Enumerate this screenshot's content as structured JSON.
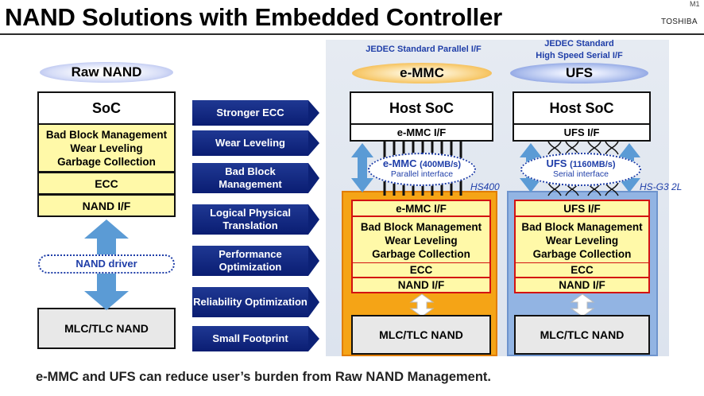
{
  "header": {
    "title": "NAND Solutions with Embedded Controller",
    "corner_text": "M1",
    "brand": "TOSHIBA"
  },
  "raw_nand": {
    "header": "Raw NAND",
    "soc": "SoC",
    "functions": [
      "Bad Block Management",
      "Wear Leveling",
      "Garbage Collection"
    ],
    "ecc": "ECC",
    "nand_if": "NAND I/F",
    "driver": "NAND driver",
    "memory": "MLC/TLC NAND"
  },
  "features": [
    "Stronger ECC",
    "Wear Leveling",
    "Bad Block Management",
    "Logical Physical Translation",
    "Performance Optimization",
    "Reliability Optimization",
    "Small Footprint"
  ],
  "emmc": {
    "standard": "JEDEC Standard Parallel I/F",
    "header": "e-MMC",
    "host": "Host SoC",
    "host_if": "e-MMC I/F",
    "bus_name": "e-MMC",
    "bus_speed": "(400MB/s)",
    "bus_type": "Parallel interface",
    "mode": "HS400",
    "device_if": "e-MMC I/F",
    "functions": [
      "Bad Block Management",
      "Wear Leveling",
      "Garbage Collection"
    ],
    "ecc": "ECC",
    "nand_if": "NAND I/F",
    "memory": "MLC/TLC NAND"
  },
  "ufs": {
    "standard_line1": "JEDEC Standard",
    "standard_line2": "High Speed Serial I/F",
    "header": "UFS",
    "host": "Host SoC",
    "host_if": "UFS I/F",
    "bus_name": "UFS",
    "bus_speed": "(1160MB/s)",
    "bus_type": "Serial interface",
    "mode": "HS-G3 2L",
    "device_if": "UFS I/F",
    "functions": [
      "Bad Block Management",
      "Wear Leveling",
      "Garbage Collection"
    ],
    "ecc": "ECC",
    "nand_if": "NAND I/F",
    "memory": "MLC/TLC NAND"
  },
  "footer": "e-MMC and UFS can reduce user’s burden from Raw NAND Management.",
  "colors": {
    "navy": "#0a1d72",
    "blue_text": "#1f3ea8",
    "yellow_box": "#fff9a8",
    "emmc_orange": "#f5a416",
    "ufs_blue": "#92b4e3",
    "red_border": "#d31212",
    "arrow_blue": "#5b9bd5"
  }
}
